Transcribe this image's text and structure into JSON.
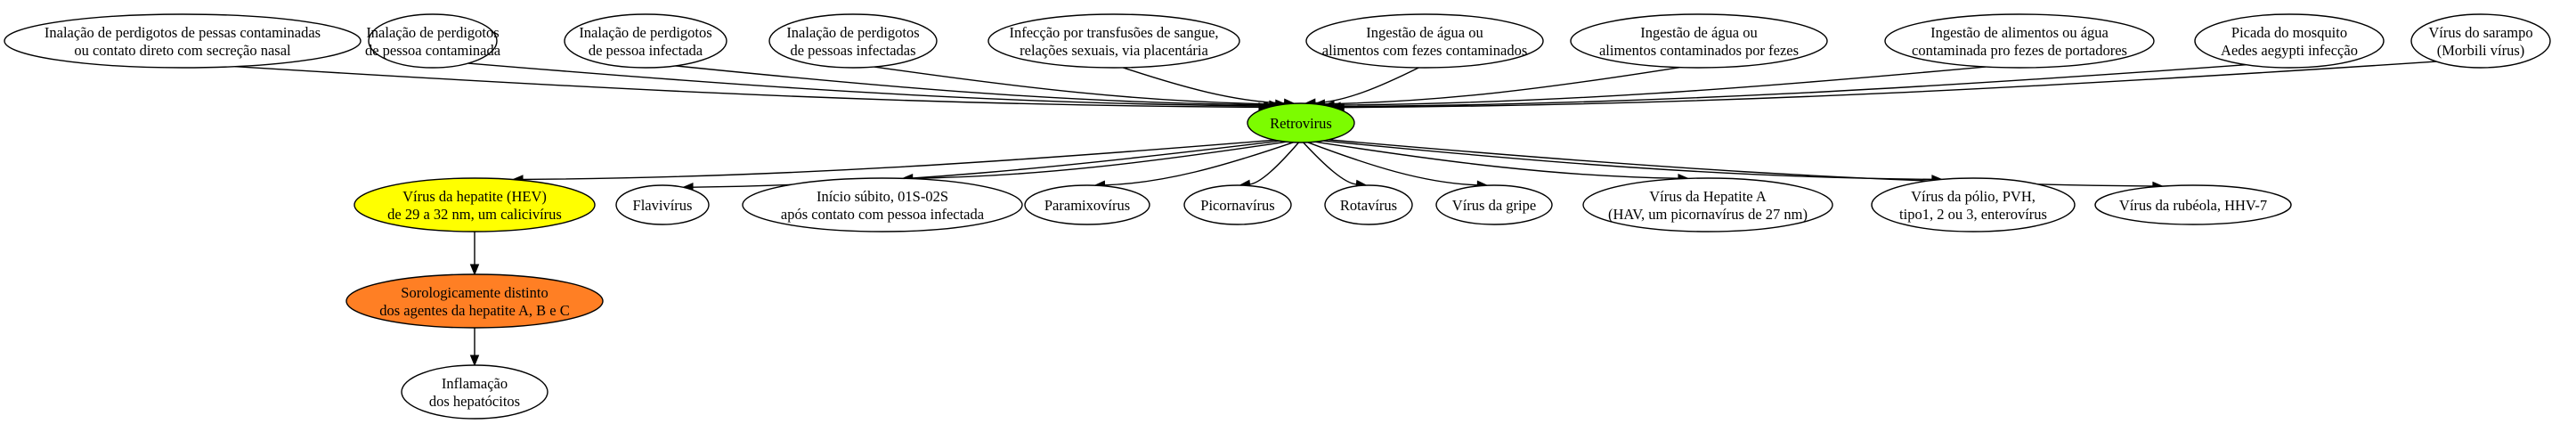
{
  "diagram": {
    "nodes": [
      {
        "id": "s1",
        "label": "Inalação de perdigotos de pessas contaminadas\nou contato direto com secreção nasal",
        "fill": "#ffffff"
      },
      {
        "id": "s2",
        "label": "Inalação de perdigotos\nde pessoa contaminada",
        "fill": "#ffffff"
      },
      {
        "id": "s3",
        "label": "Inalação de perdigotos\nde pessoa infectada",
        "fill": "#ffffff"
      },
      {
        "id": "s4",
        "label": "Inalação de perdigotos\nde pessoas infectadas",
        "fill": "#ffffff"
      },
      {
        "id": "s5",
        "label": "Infecção por transfusões de sangue,\nrelações sexuais, via placentária",
        "fill": "#ffffff"
      },
      {
        "id": "s6",
        "label": "Ingestão de água ou\nalimentos com fezes contaminados",
        "fill": "#ffffff"
      },
      {
        "id": "s7",
        "label": "Ingestão de água ou\nalimentos contaminados por fezes",
        "fill": "#ffffff"
      },
      {
        "id": "s8",
        "label": "Ingestão de alimentos ou água\ncontaminada pro fezes de portadores",
        "fill": "#ffffff"
      },
      {
        "id": "s9",
        "label": "Picada do mosquito\nAedes aegypti infecção",
        "fill": "#ffffff"
      },
      {
        "id": "s10",
        "label": "Vírus do sarampo\n(Morbili vírus)",
        "fill": "#ffffff"
      },
      {
        "id": "retro",
        "label": "Retrovirus",
        "fill": "#7cfc00"
      },
      {
        "id": "t1",
        "label": "Vírus da hepatite (HEV)\nde 29 a 32 nm, um calicivírus",
        "fill": "#ffff00"
      },
      {
        "id": "t2",
        "label": "Flavivírus",
        "fill": "#ffffff"
      },
      {
        "id": "t3",
        "label": "Início súbito, 01S-02S\napós contato com pessoa infectada",
        "fill": "#ffffff"
      },
      {
        "id": "t4",
        "label": "Paramixovírus",
        "fill": "#ffffff"
      },
      {
        "id": "t5",
        "label": "Picornavírus",
        "fill": "#ffffff"
      },
      {
        "id": "t6",
        "label": "Rotavírus",
        "fill": "#ffffff"
      },
      {
        "id": "t7",
        "label": "Vírus da gripe",
        "fill": "#ffffff"
      },
      {
        "id": "t8",
        "label": "Vírus da Hepatite A\n(HAV, um picornavírus de 27 nm)",
        "fill": "#ffffff"
      },
      {
        "id": "t9",
        "label": "Vírus da pólio, PVH,\ntipo1, 2 ou 3, enterovírus",
        "fill": "#ffffff"
      },
      {
        "id": "t10",
        "label": "Vírus da rubéola, HHV-7",
        "fill": "#ffffff"
      },
      {
        "id": "sero",
        "label": "Sorologicamente distinto\ndos agentes da hepatite A, B e C",
        "fill": "#ff7f24"
      },
      {
        "id": "infl",
        "label": "Inflamação\ndos hepatócitos",
        "fill": "#ffffff"
      }
    ],
    "edges": [
      {
        "from": "s1",
        "to": "retro"
      },
      {
        "from": "s2",
        "to": "retro"
      },
      {
        "from": "s3",
        "to": "retro"
      },
      {
        "from": "s4",
        "to": "retro"
      },
      {
        "from": "s5",
        "to": "retro"
      },
      {
        "from": "s6",
        "to": "retro"
      },
      {
        "from": "s7",
        "to": "retro"
      },
      {
        "from": "s8",
        "to": "retro"
      },
      {
        "from": "s9",
        "to": "retro"
      },
      {
        "from": "s10",
        "to": "retro"
      },
      {
        "from": "retro",
        "to": "t1"
      },
      {
        "from": "retro",
        "to": "t2"
      },
      {
        "from": "retro",
        "to": "t3"
      },
      {
        "from": "retro",
        "to": "t4"
      },
      {
        "from": "retro",
        "to": "t5"
      },
      {
        "from": "retro",
        "to": "t6"
      },
      {
        "from": "retro",
        "to": "t7"
      },
      {
        "from": "retro",
        "to": "t8"
      },
      {
        "from": "retro",
        "to": "t9"
      },
      {
        "from": "retro",
        "to": "t10"
      },
      {
        "from": "t1",
        "to": "sero"
      },
      {
        "from": "sero",
        "to": "infl"
      }
    ]
  }
}
